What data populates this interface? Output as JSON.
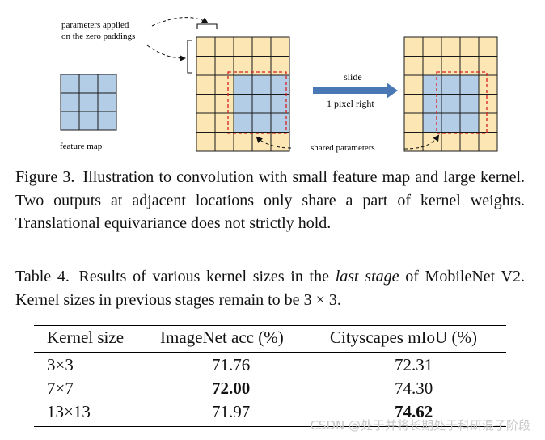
{
  "figure": {
    "labels": {
      "params_line1": "parameters applied",
      "params_line2": "on the zero paddings",
      "feature_map": "feature map",
      "slide": "slide",
      "pixel_right": "1 pixel right",
      "shared_params": "shared parameters"
    },
    "colors": {
      "blue_cell": "#b4cde6",
      "padding_cell": "#fbe6b4",
      "arrow": "#4a78b5",
      "dashed_red": "#d82020"
    },
    "caption_label": "Figure 3.",
    "caption_text": "Illustration to convolution with small feature map and large kernel. Two outputs at adjacent locations only share a part of kernel weights. Translational equivariance does not strictly hold."
  },
  "table": {
    "caption_label": "Table 4.",
    "caption_pre": "Results of various kernel sizes in the",
    "caption_em": "last stage",
    "caption_post": "of MobileNet V2. Kernel sizes in previous stages remain to be 3 × 3.",
    "headers": [
      "Kernel size",
      "ImageNet acc (%)",
      "Cityscapes mIoU (%)"
    ],
    "rows": [
      {
        "kernel": "3×3",
        "imagenet": "71.76",
        "cityscapes": "72.31"
      },
      {
        "kernel": "7×7",
        "imagenet": "72.00",
        "cityscapes": "74.30"
      },
      {
        "kernel": "13×13",
        "imagenet": "71.97",
        "cityscapes": "74.62"
      }
    ]
  },
  "watermark": "CSDN @处于并将长期处于科研混子阶段"
}
